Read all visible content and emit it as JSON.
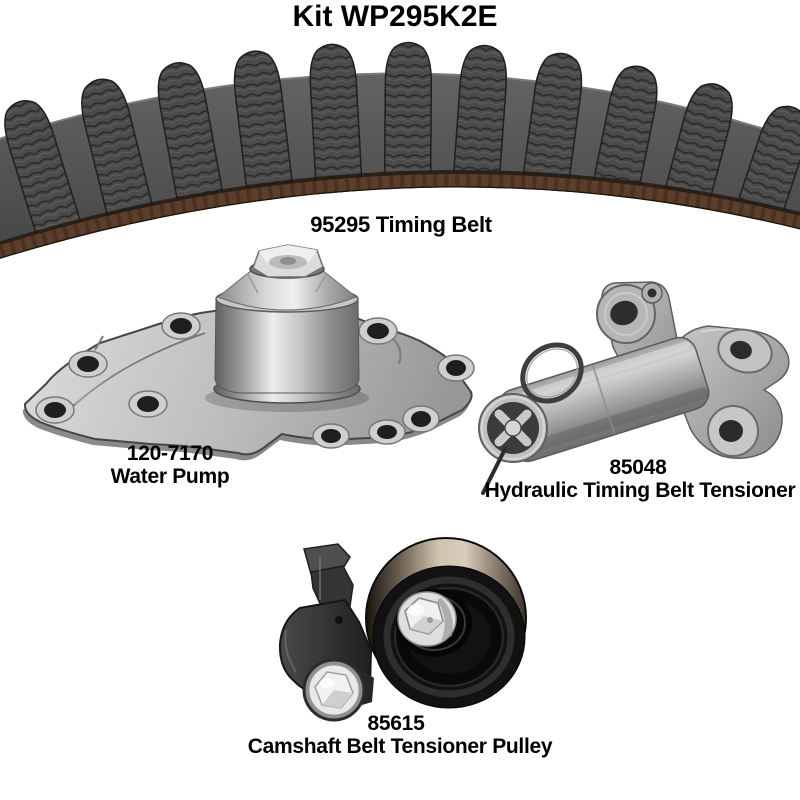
{
  "title": "Kit WP295K2E",
  "parts": {
    "timing_belt": {
      "label": "95295 Timing Belt"
    },
    "water_pump": {
      "part_number": "120-7170",
      "name": "Water Pump"
    },
    "hydraulic_tensioner": {
      "part_number": "85048",
      "name": "Hydraulic Timing Belt Tensioner"
    },
    "tensioner_pulley": {
      "part_number": "85615",
      "name": "Camshaft Belt Tensioner Pulley"
    }
  },
  "colors": {
    "background": "#ffffff",
    "text": "#000000",
    "belt_rubber": "#4b4b4b",
    "belt_backing": "#5b3e2c",
    "metal_light": "#d9d9d9",
    "metal_mid": "#a8a8a8",
    "pulley_rim_tan": "#cfc3ae",
    "pulley_face": "#121212"
  }
}
